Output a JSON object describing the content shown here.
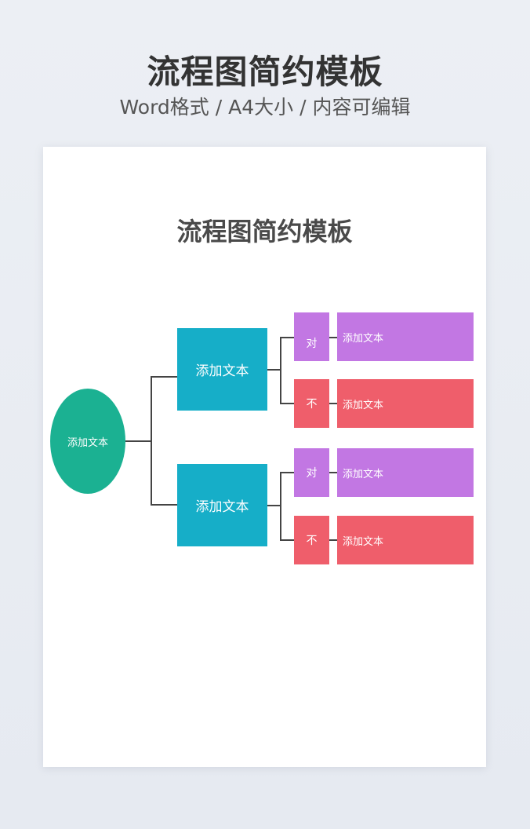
{
  "header": {
    "title": "流程图简约模板",
    "subtitle": "Word格式 / A4大小 / 内容可编辑"
  },
  "document": {
    "title": "流程图简约模板",
    "flowchart": {
      "root": {
        "label": "添加文本",
        "shape": "ellipse",
        "color": "#1bb192"
      },
      "branches": [
        {
          "label": "添加文本",
          "color": "#16aec8",
          "outcomes": [
            {
              "tag": "对",
              "text": "添加文本",
              "color": "#c277e3"
            },
            {
              "tag": "不",
              "text": "添加文本",
              "color": "#ef5e6b"
            }
          ]
        },
        {
          "label": "添加文本",
          "color": "#16aec8",
          "outcomes": [
            {
              "tag": "对",
              "text": "添加文本",
              "color": "#c277e3"
            },
            {
              "tag": "不",
              "text": "添加文本",
              "color": "#ef5e6b"
            }
          ]
        }
      ]
    }
  },
  "colors": {
    "background": "#eceff4",
    "page": "#ffffff",
    "title_text": "#333333",
    "connector": "#444444"
  }
}
